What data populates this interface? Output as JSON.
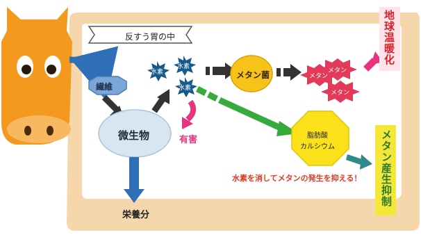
{
  "title": "反すう胃の中",
  "nodes": {
    "fiber": "繊維",
    "microbe": "微生物",
    "h2_a": "水素",
    "h2_b": "水素",
    "h2_c": "水素",
    "harmful": "有害",
    "methanogen": "メタン菌",
    "methane_a": "メタン",
    "methane_b": "メタン",
    "methane_c": "メタン",
    "calcium_line1": "脂肪酸",
    "calcium_line2": "カルシウム",
    "nutrients": "栄養分"
  },
  "side_labels": {
    "warming": "地球温暖化",
    "suppression": "メタン産生抑制"
  },
  "message": "水素を消してメタンの発生を抑える！",
  "colors": {
    "stomach_fill": "#f6d7ab",
    "inner_fill": "#ffffff",
    "cow": "#f39a1e",
    "fiber_box": "#7aa6d8",
    "microbe_fill": "#d6e6f2",
    "star_fill": "#155a8a",
    "methanogen_fill": "#f7c21a",
    "methane_fill": "#e33a5a",
    "octagon_fill": "#fbe11a",
    "green_arrow": "#38a93b",
    "blue_arrow": "#2f6fb8",
    "pink_arrow": "#e8337f",
    "warming_bg": "#fde3ea",
    "suppression_bg": "#f5e73a",
    "message_color": "#e23a22"
  }
}
